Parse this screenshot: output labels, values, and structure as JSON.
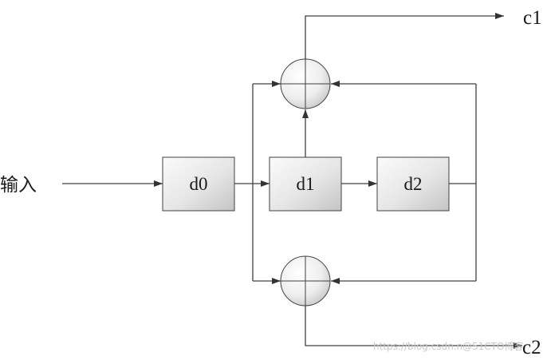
{
  "diagram": {
    "input_label": "输入",
    "registers": [
      "d0",
      "d1",
      "d2"
    ],
    "outputs": [
      "c1",
      "c2"
    ],
    "watermark": {
      "url": "https://blog.csdn.n",
      "site": "@51CTO博客"
    }
  },
  "icons": {
    "top_adder": "xor-adder-icon",
    "bottom_adder": "xor-adder-icon",
    "arrowhead": "arrowhead-icon"
  },
  "colors": {
    "background": "#ffffff",
    "line": "#404040",
    "box_fill_light": "#fbfbfb",
    "box_fill_dark": "#c4c4c4",
    "text": "#1a1a1a",
    "watermark": "#c8c8c8"
  }
}
